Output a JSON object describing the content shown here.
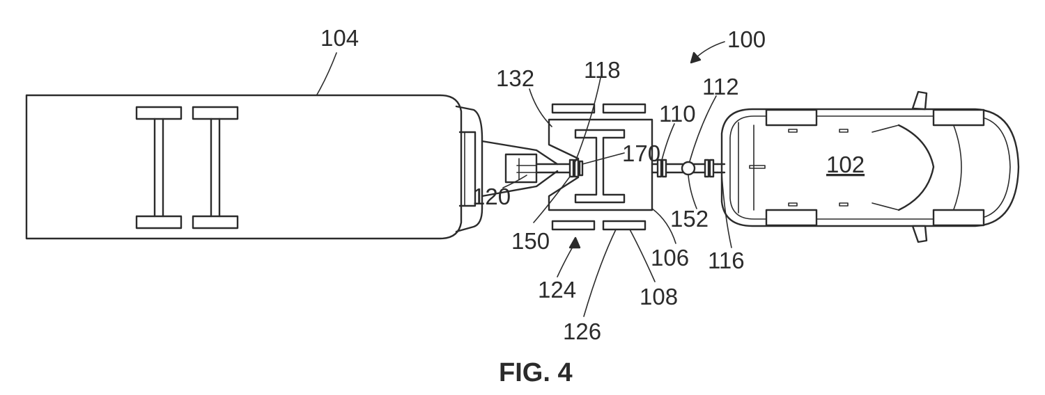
{
  "figure": {
    "caption": "FIG. 4",
    "reference_labels": {
      "system": "100",
      "tow_vehicle": "102",
      "trailer": "104",
      "dolly": "106",
      "dolly_wheel_right": "108",
      "connector_front": "110",
      "hitch_ball": "112",
      "vehicle_hitch": "116",
      "dolly_coupler_rear": "118",
      "trailer_tongue": "120",
      "dolly_assembly": "124",
      "dolly_wheel_left": "126",
      "dolly_frame": "132",
      "rear_connector": "150",
      "front_connector": "152",
      "rear_coupler_joint": "170"
    }
  }
}
